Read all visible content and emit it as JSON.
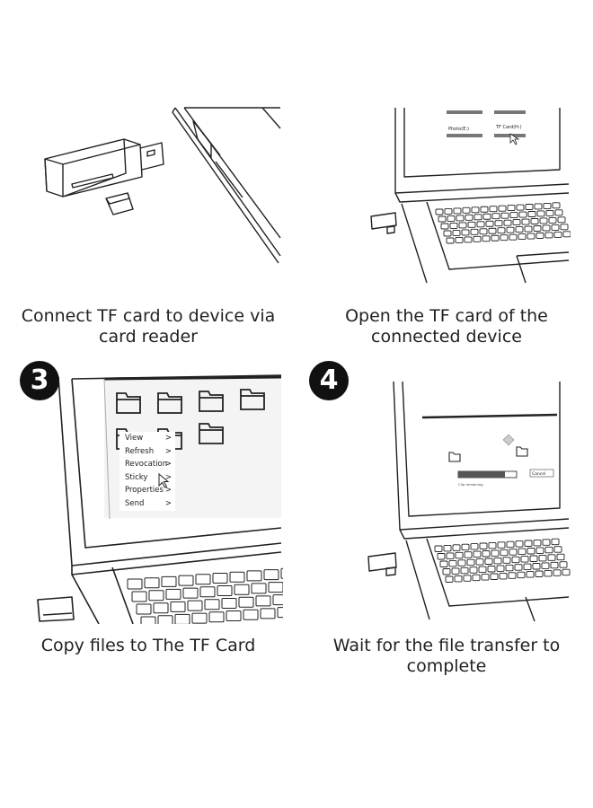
{
  "steps": [
    {
      "caption_line1": "Connect TF card to device via",
      "caption_line2": "card reader"
    },
    {
      "caption_line1": "Open the TF card of the",
      "caption_line2": "connected device"
    },
    {
      "number": "3",
      "caption_line1": "Copy files to The TF Card",
      "caption_line2": ""
    },
    {
      "number": "4",
      "caption_line1": "Wait for the file transfer to",
      "caption_line2": "complete"
    }
  ],
  "explorer": {
    "items": [
      "Photo(E:)",
      "TF Card(H:)"
    ]
  },
  "context_menu": {
    "items": [
      {
        "label": "View",
        "arrow": ">"
      },
      {
        "label": "Refresh",
        "arrow": ">"
      },
      {
        "label": "Revocation",
        "arrow": ">"
      },
      {
        "label": "Sticky",
        "arrow": ">"
      },
      {
        "label": "Properties",
        "arrow": ">"
      },
      {
        "label": "Send",
        "arrow": ">"
      }
    ]
  },
  "transfer_dialog": {
    "button_label": "Cancel",
    "status_text": "Clip remaining",
    "progress": 0.8
  },
  "colors": {
    "line": "#222222",
    "badge": "#111111",
    "progress": "#555555"
  }
}
